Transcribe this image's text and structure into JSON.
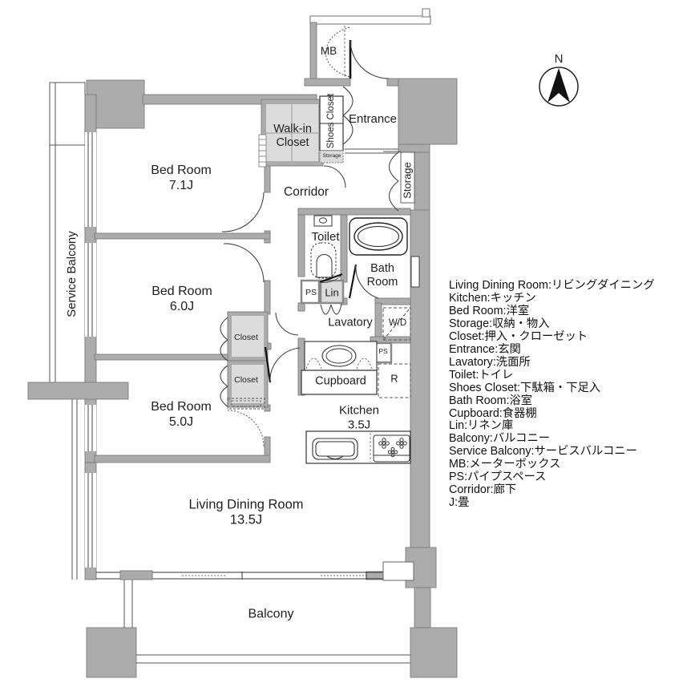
{
  "compass": {
    "label": "N"
  },
  "labels": {
    "mb": "MB",
    "walk_in_closet": "Walk-in Closet",
    "shoes_closet": "Shoes Closet",
    "entrance": "Entrance",
    "storage_small": "Storage",
    "storage_right": "Storage",
    "corridor": "Corridor",
    "bed1_name": "Bed Room",
    "bed1_size": "7.1J",
    "bed2_name": "Bed Room",
    "bed2_size": "6.0J",
    "bed3_name": "Bed Room",
    "bed3_size": "5.0J",
    "toilet": "Toilet",
    "bath_room": "Bath Room",
    "ps_upper": "PS",
    "lin": "Lin",
    "lavatory": "Lavatory",
    "wd": "W/D",
    "closet_upper": "Closet",
    "closet_lower": "Closet",
    "cupboard": "Cupboard",
    "ps_kitchen": "PS",
    "refrigerator": "R",
    "kitchen_name": "Kitchen",
    "kitchen_size": "3.5J",
    "ldr_name": "Living Dining Room",
    "ldr_size": "13.5J",
    "balcony": "Balcony",
    "service_balcony": "Service Balcony"
  },
  "legend": {
    "items": [
      "Living Dining Room:リビングダイニング",
      "Kitchen:キッチン",
      "Bed Room:洋室",
      "Storage:収納・物入",
      "Closet:押入・クローゼット",
      "Entrance:玄関",
      "Lavatory:洗面所",
      "Toilet:トイレ",
      "Shoes Closet:下駄箱・下足入",
      "Bath Room:浴室",
      "Cupboard:食器棚",
      "Lin:リネン庫",
      "Balcony:バルコニー",
      "Service Balcony:サービスバルコニー",
      "MB:メーターボックス",
      "PS:パイプスペース",
      "Corridor:廊下",
      "J:畳"
    ]
  },
  "colors": {
    "wall": "#ACACAC",
    "closet_fill": "#DCDCDC",
    "outline": "#7D7D7D",
    "line": "#222222"
  }
}
